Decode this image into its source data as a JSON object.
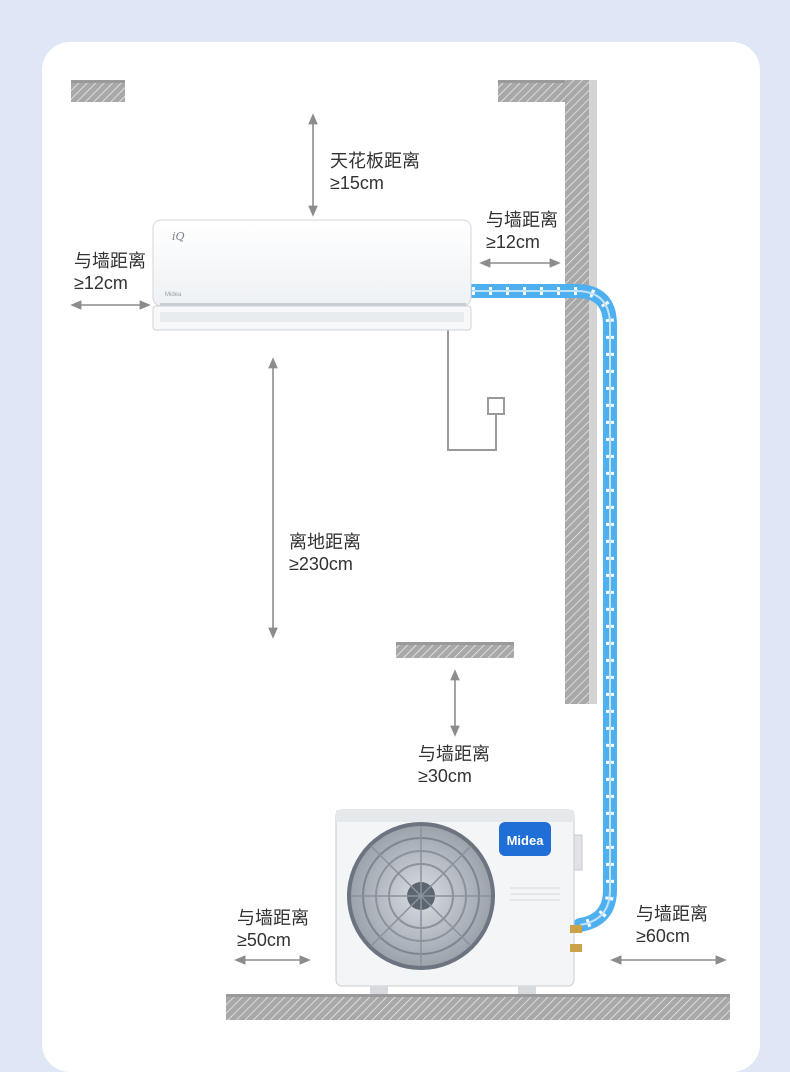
{
  "colors": {
    "background": "#dfe6f5",
    "card": "#ffffff",
    "wall": "#9a9a9a",
    "arrow": "#8c8c8c",
    "pipe": "#4fb0f0",
    "brand": "#1f6fd6"
  },
  "indoor_unit": {
    "badge_text": "iQ",
    "brand_text": "Midea"
  },
  "outdoor_unit": {
    "brand_text": "Midea"
  },
  "clearances": {
    "ceiling": {
      "line1": "天花板距离",
      "line2": "≥15cm"
    },
    "right_wall_top": {
      "line1": "与墙距离",
      "line2": "≥12cm"
    },
    "left_wall_top": {
      "line1": "与墙距离",
      "line2": "≥12cm"
    },
    "floor": {
      "line1": "离地距离",
      "line2": "≥230cm"
    },
    "outdoor_back": {
      "line1": "与墙距离",
      "line2": "≥30cm"
    },
    "outdoor_left": {
      "line1": "与墙距离",
      "line2": "≥50cm"
    },
    "outdoor_right": {
      "line1": "与墙距离",
      "line2": "≥60cm"
    }
  }
}
